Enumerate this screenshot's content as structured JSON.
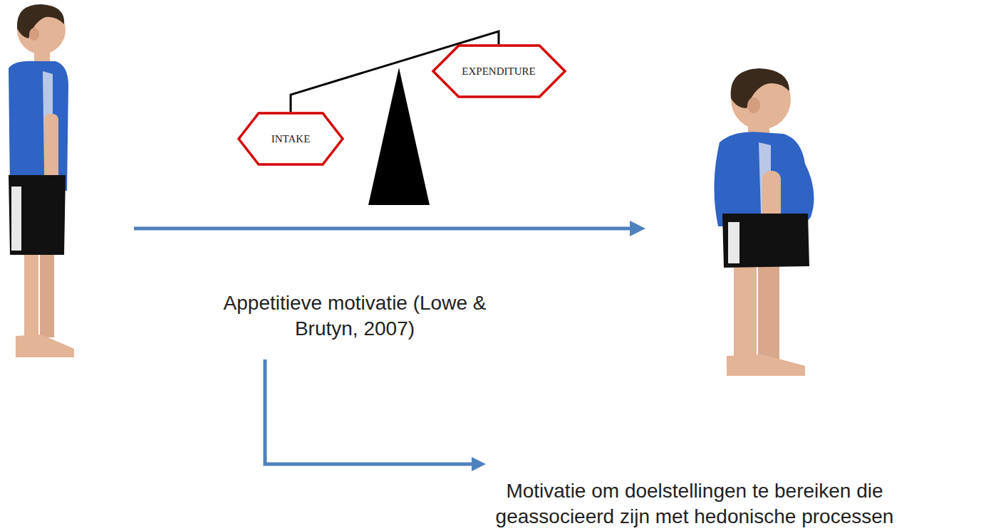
{
  "diagram": {
    "nodes": [
      {
        "text": [
          "INTAKE"
        ]
      },
      {
        "text": [
          "EXPENDITURE"
        ]
      }
    ],
    "edges": [
      {
        "from": 0,
        "to": 1,
        "arrow": "none"
      }
    ],
    "labels": [
      "Appetitieve motivatie (Lowe & Brutyn, 2007)",
      "Motivatie om doelstellingen te bereiken die geassocieerd zijn met hedonische processen"
    ]
  }
}
